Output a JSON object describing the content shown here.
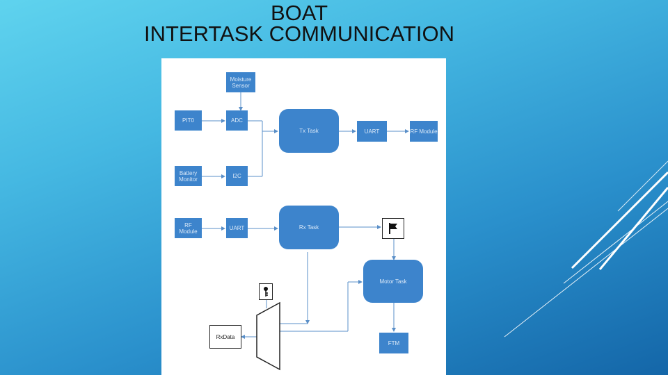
{
  "slide": {
    "title_line1": "BOAT",
    "title_line2": "INTERTASK COMMUNICATION"
  },
  "diagram": {
    "moisture_sensor": "Moisture Sensor",
    "pit0": "PIT0",
    "adc": "ADC",
    "tx_task": "Tx Task",
    "uart_tx": "UART",
    "rf_module_tx": "RF Module",
    "battery_monitor": "Battery Monitor",
    "i2c": "I2C",
    "rf_module_rx": "RF Module",
    "uart_rx": "UART",
    "rx_task": "Rx Task",
    "motor_task": "Motor Task",
    "ftm": "FTM",
    "rx_data": "RxData",
    "flag_icon": "flag-icon",
    "key_icon": "key-icon"
  },
  "colors": {
    "block": "#3d84cc",
    "arrow": "#5a8fc8"
  }
}
